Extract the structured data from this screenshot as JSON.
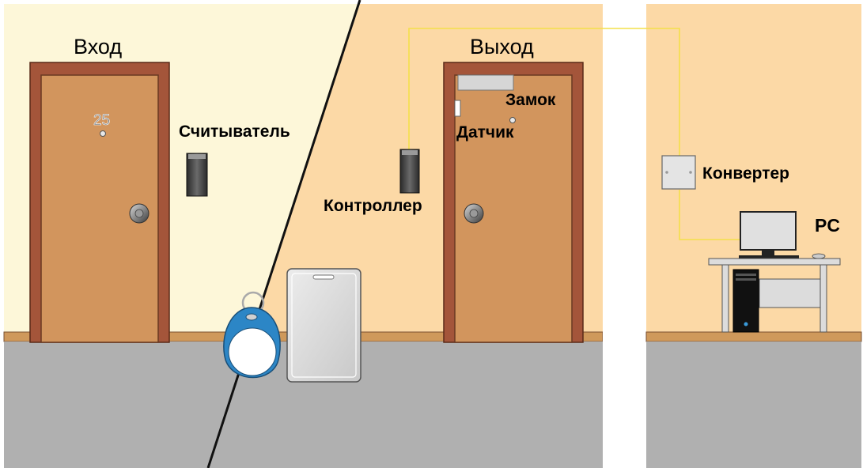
{
  "labels": {
    "entrance": "Вход",
    "exit": "Выход",
    "reader": "Считыватель",
    "lock": "Замок",
    "sensor": "Датчик",
    "controller": "Контроллер",
    "converter": "Конвертер",
    "pc": "PC",
    "door_number": "25"
  },
  "colors": {
    "wall_entrance": "#fdf7d9",
    "wall_exit": "#fcd9a6",
    "floor": "#b0b0b0",
    "door": "#d2955d",
    "door_frame": "#a4553a",
    "baseboard": "#cf995b",
    "cable": "#f4e04a",
    "keyfob": "#2c86c6"
  }
}
